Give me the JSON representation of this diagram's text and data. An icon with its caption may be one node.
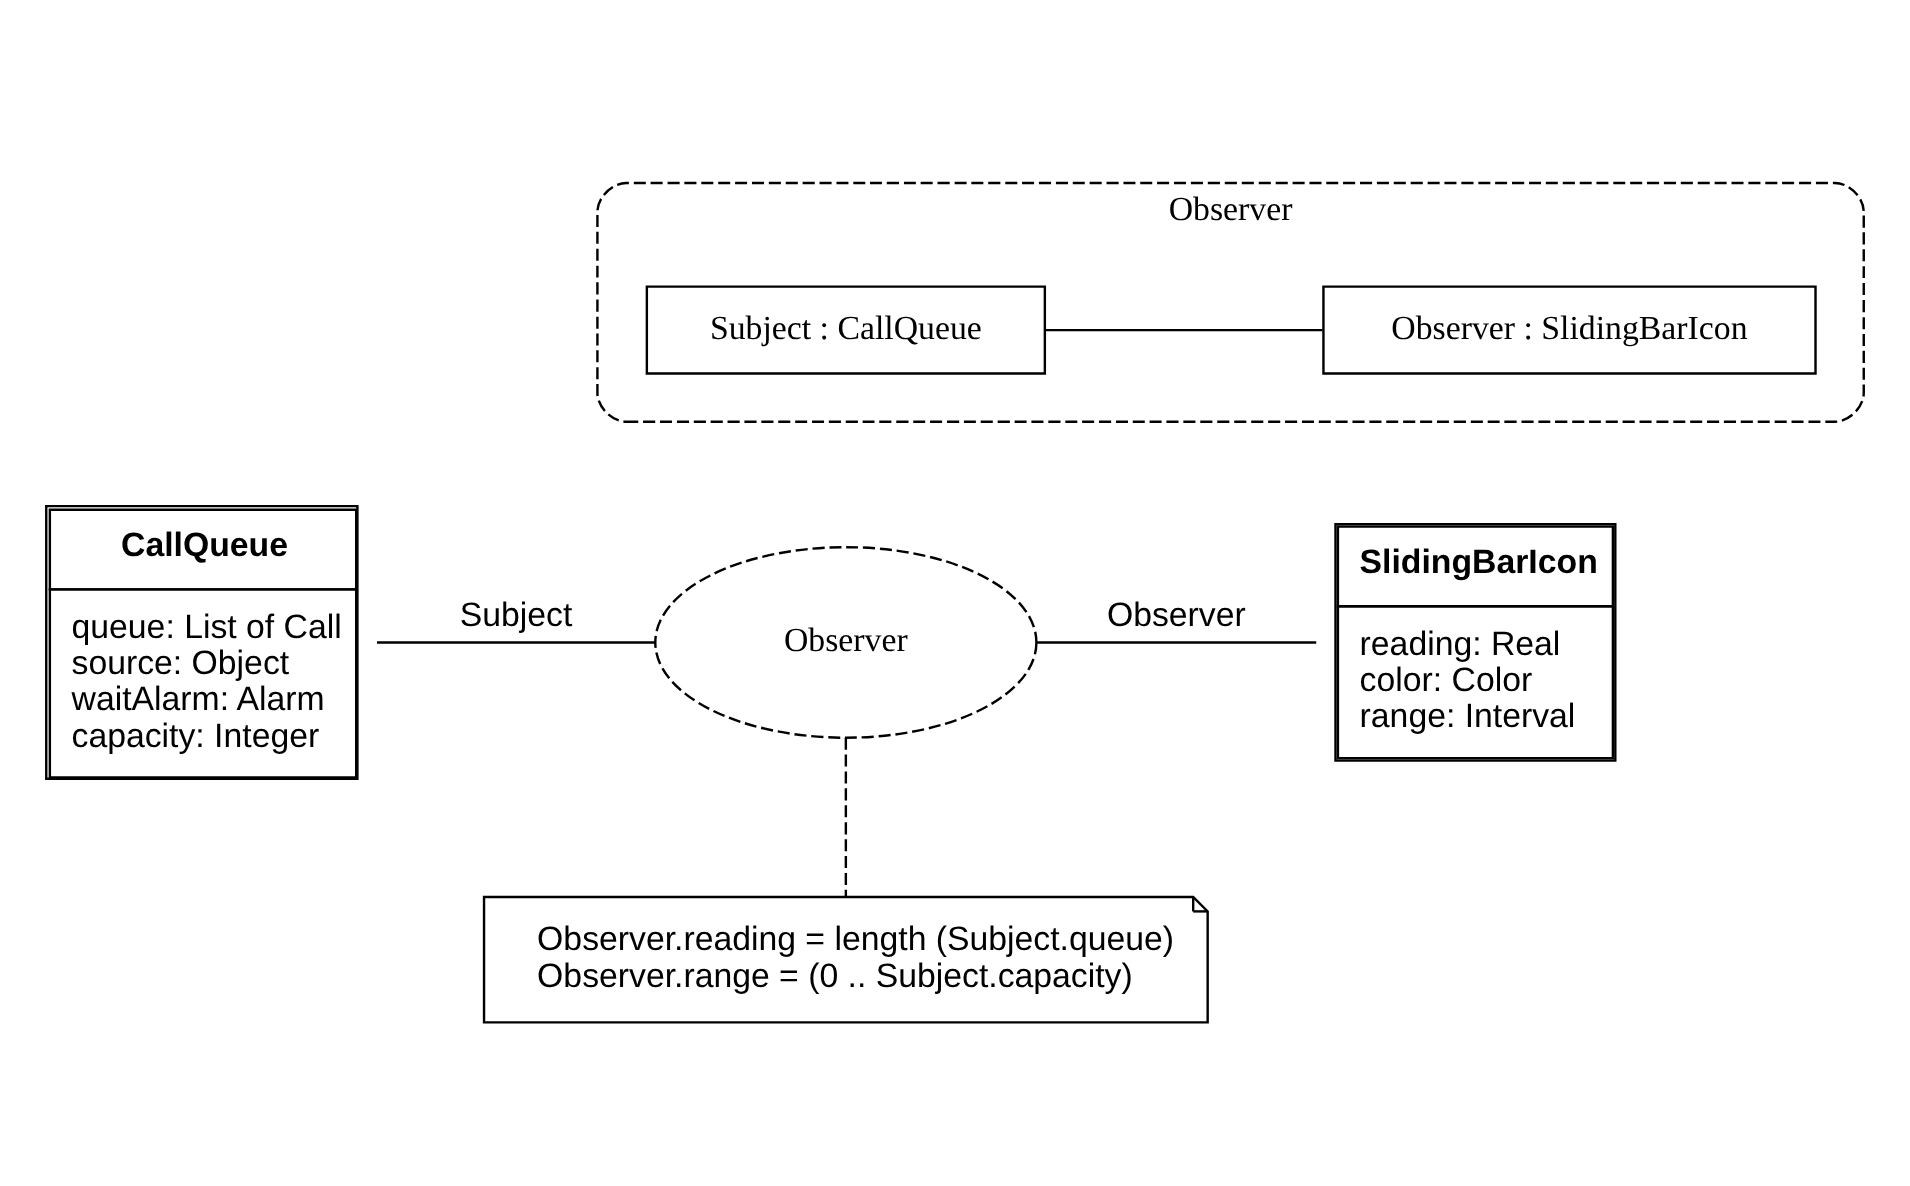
{
  "diagram": {
    "nodes": [
      {
        "text": [
          "Observer"
        ]
      },
      {
        "text": [
          "Subject : CallQueue"
        ],
        "in": 0
      },
      {
        "text": [
          "Observer : SlidingBarIcon"
        ],
        "in": 0
      },
      {
        "text": [
          "CallQueue",
          "queue: List of Call",
          "source: Object",
          "waitAlarm: Alarm",
          "capacity: Integer"
        ]
      },
      {
        "text": [
          "Observer"
        ]
      },
      {
        "text": [
          "SlidingBarIcon",
          "reading: Real",
          "color: Color",
          "range: Interval"
        ]
      },
      {
        "text": [
          "Observer.reading = length (Subject.queue)",
          "Observer.range = (0 .. Subject.capacity)"
        ]
      }
    ],
    "edges": [
      {
        "from": 1,
        "to": 2,
        "arrow": "none"
      },
      {
        "from": 3,
        "to": 4,
        "arrow": "none",
        "label": "Subject"
      },
      {
        "from": 4,
        "to": 5,
        "arrow": "none",
        "label": "Observer"
      },
      {
        "from": 4,
        "to": 6,
        "arrow": "none",
        "style": "dashed"
      }
    ]
  }
}
